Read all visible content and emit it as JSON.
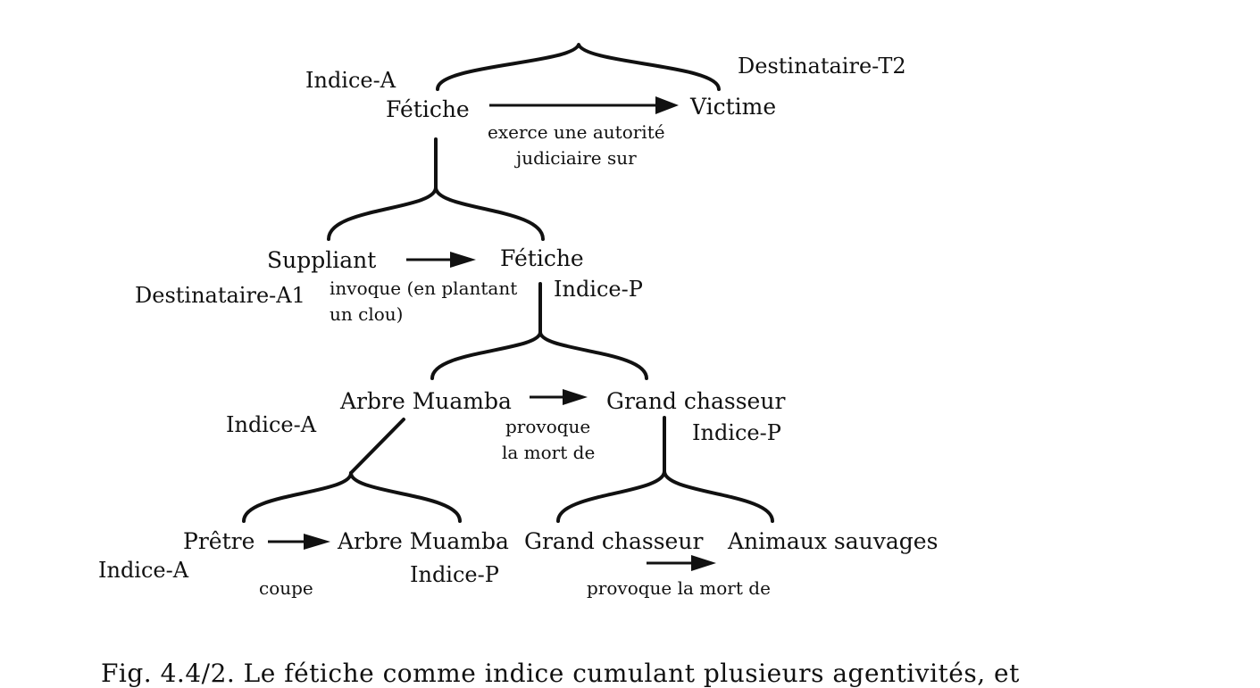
{
  "level1": {
    "agent": "Fétiche",
    "agent_role": "Indice-A",
    "patient": "Victime",
    "patient_role": "Destinataire-T2",
    "verb_line1": "exerce une autorité",
    "verb_line2": "judiciaire sur"
  },
  "level2": {
    "agent": "Suppliant",
    "agent_role": "Destinataire-A1",
    "patient": "Fétiche",
    "patient_role": "Indice-P",
    "verb_line1": "invoque (en plantant",
    "verb_line2": "un clou)"
  },
  "level3": {
    "agent": "Arbre Muamba",
    "agent_role": "Indice-A",
    "patient": "Grand chasseur",
    "patient_role": "Indice-P",
    "verb_line1": "provoque",
    "verb_line2": "la mort de"
  },
  "level4_left": {
    "agent": "Prêtre",
    "agent_role": "Indice-A",
    "patient": "Arbre Muamba",
    "patient_role": "Indice-P",
    "verb": "coupe"
  },
  "level4_right": {
    "agent": "Grand chasseur",
    "patient": "Animaux sauvages",
    "verb": "provoque la mort de"
  },
  "caption": "Fig. 4.4/2. Le fétiche comme indice cumulant plusieurs agentivités, et"
}
